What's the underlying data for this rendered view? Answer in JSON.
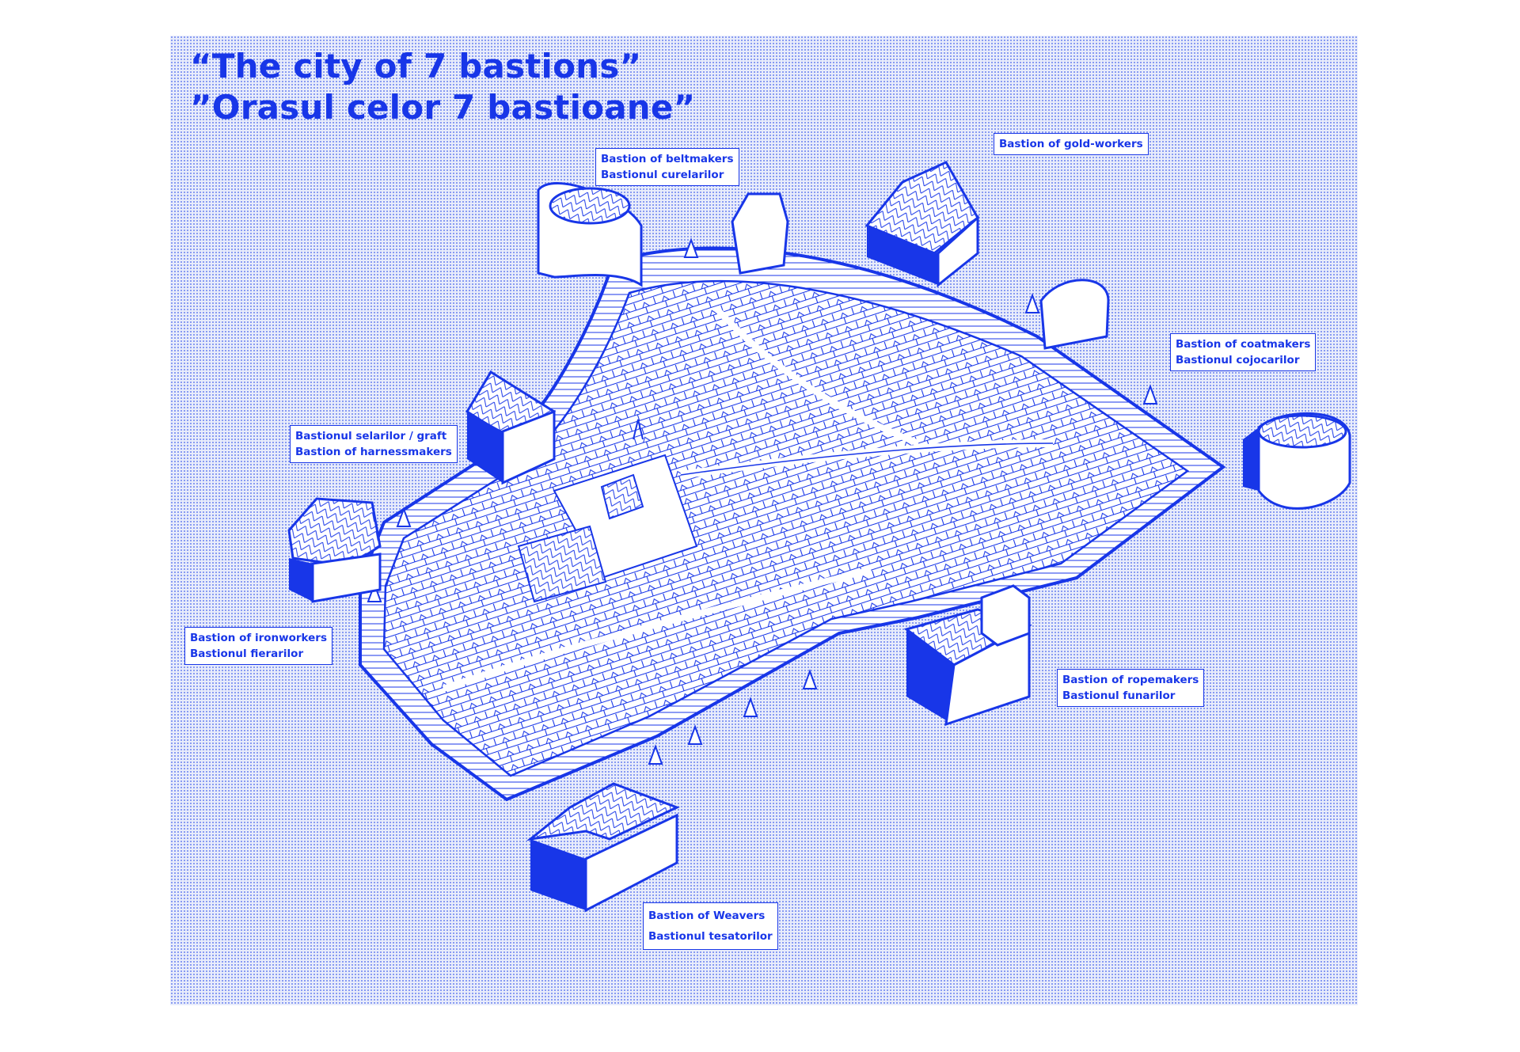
{
  "title": {
    "line1": "“The city of 7 bastions”",
    "line2": "”Orasul celor 7 bastioane”"
  },
  "labels": {
    "beltmakers": {
      "en": "Bastion of beltmakers",
      "ro": "Bastionul curelarilor"
    },
    "goldworkers": {
      "en": "Bastion of gold-workers"
    },
    "coatmakers": {
      "en": "Bastion of coatmakers",
      "ro": "Bastionul cojocarilor"
    },
    "harnessmakers": {
      "ro": "Bastionul selarilor / graft",
      "en": "Bastion of harnessmakers"
    },
    "ironworkers": {
      "en": "Bastion of ironworkers",
      "ro": "Bastionul fierarilor"
    },
    "ropemakers": {
      "en": "Bastion of ropemakers",
      "ro": "Bastionul funarilor"
    },
    "weavers": {
      "en": "Bastion of Weavers",
      "ro": "Bastionul tesatorilor"
    }
  },
  "colors": {
    "ink": "#1836e8",
    "paper": "#e8ecfb",
    "dots": "#6f86f0",
    "fill": "#ffffff"
  }
}
